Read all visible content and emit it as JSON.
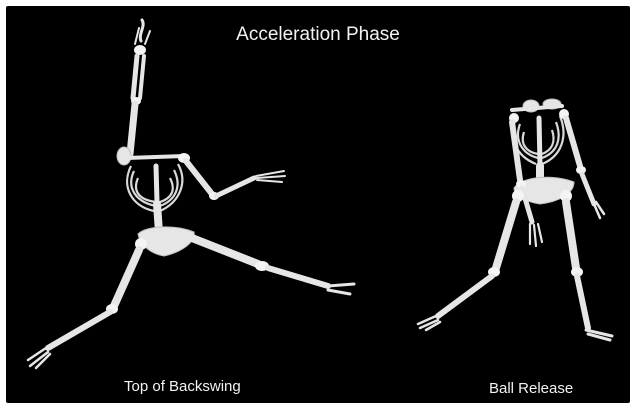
{
  "title": "Acceleration Phase",
  "figures": [
    {
      "caption": "Top of Backswing"
    },
    {
      "caption": "Ball Release"
    }
  ],
  "colors": {
    "background": "#000000",
    "bone": "#e6e6e6",
    "text": "#f2f2f2"
  }
}
